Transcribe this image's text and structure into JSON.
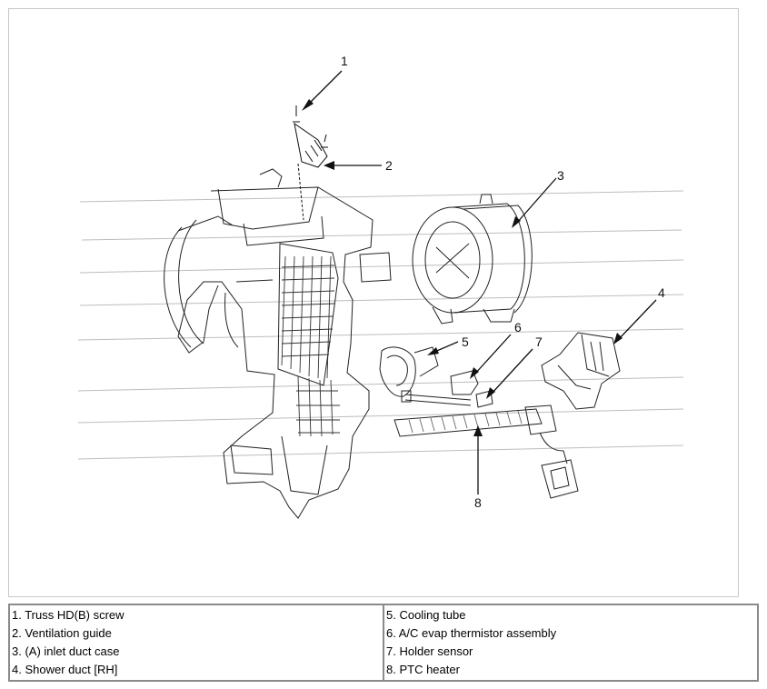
{
  "callouts": [
    "1",
    "2",
    "3",
    "4",
    "5",
    "6",
    "7",
    "8"
  ],
  "legend": {
    "left": [
      "1. Truss HD(B) screw",
      "2. Ventilation guide",
      "3. (A) inlet duct case",
      "4. Shower duct [RH]"
    ],
    "right": [
      "5. Cooling tube",
      "6. A/C evap thermistor assembly",
      "7. Holder sensor",
      "8. PTC heater"
    ]
  }
}
